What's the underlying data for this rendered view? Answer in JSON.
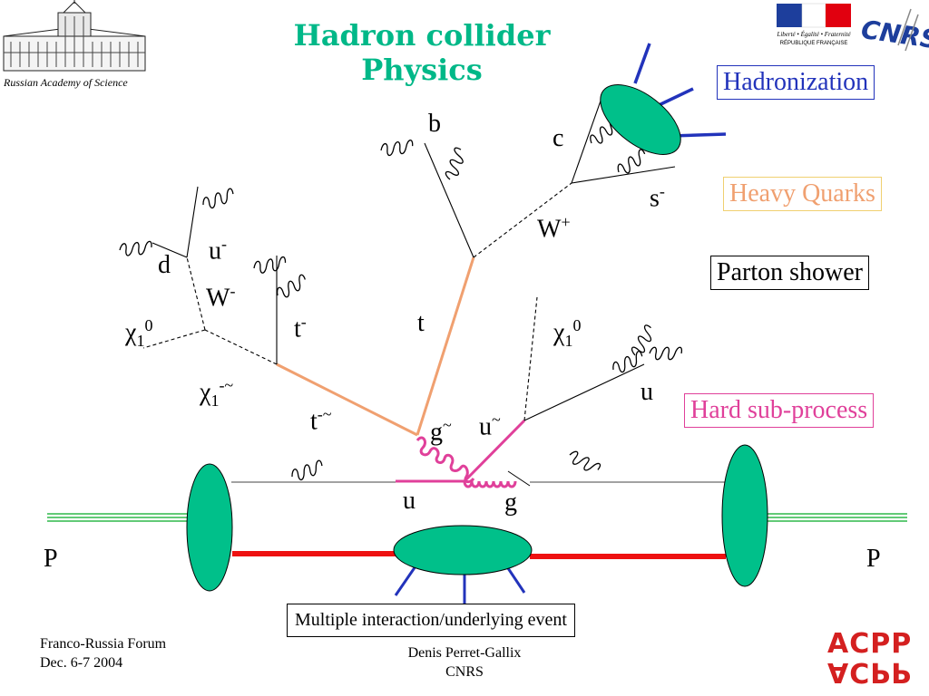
{
  "header": {
    "title_line1": "Hadron collider",
    "title_line2": "Physics",
    "logo_caption": "Russian Academy of Science",
    "rf_logo_line1": "Liberté • Égalité • Fraternité",
    "rf_logo_line2": "RÉPUBLIQUE FRANÇAISE",
    "cnrs_logo": "CNRS"
  },
  "legend": {
    "hadronization": "Hadronization",
    "heavy_quarks": "Heavy Quarks",
    "parton_shower": "Parton shower",
    "hard_subprocess": "Hard sub-process",
    "colors": {
      "hadronization": "#2233bb",
      "heavy_quarks": "#f0a070",
      "parton_shower": "#000000",
      "hard_subprocess": "#e0409a"
    }
  },
  "particles": {
    "b": "b",
    "c": "c",
    "s": "s",
    "s_sup": "-",
    "w_plus": "W",
    "w_plus_sup": "+",
    "u_minus": "u",
    "u_minus_sup": "-",
    "d": "d",
    "w_minus": "W",
    "w_minus_sup": "-",
    "chi_left": "χ",
    "chi_left_sub": "1",
    "chi_left_sup": "0",
    "t_minus": "t",
    "t_minus_sup": "-",
    "t": "t",
    "chi_right": "χ",
    "chi_right_sub": "1",
    "chi_right_sup": "0",
    "chi_pm": "χ",
    "chi_pm_sub": "1",
    "chi_pm_sup": "-~",
    "t_tilde": "t",
    "t_tilde_sup": "-~",
    "g_tilde": "g",
    "g_tilde_sup": "~",
    "u_tilde": "u",
    "u_tilde_sup": "~",
    "u_out": "u",
    "u_in": "u",
    "g_in": "g",
    "p_left": "P",
    "p_right": "P"
  },
  "multiple_interaction": "Multiple interaction/underlying event",
  "footer": {
    "forum_line1": "Franco-Russia Forum",
    "forum_line2": "Dec. 6-7 2004",
    "author_line1": "Denis Perret-Gallix",
    "author_line2": "CNRS",
    "acpp_logo": "ACPP"
  },
  "colors": {
    "title": "#00b888",
    "blob_fill": "#00c08a",
    "beam_green": "#2fb84a",
    "beam_red": "#ee1111",
    "hadron_lines": "#2233bb",
    "heavy_quark_line": "#f0a070",
    "hard_process": "#e0409a",
    "acpp_logo": "#d42020"
  }
}
